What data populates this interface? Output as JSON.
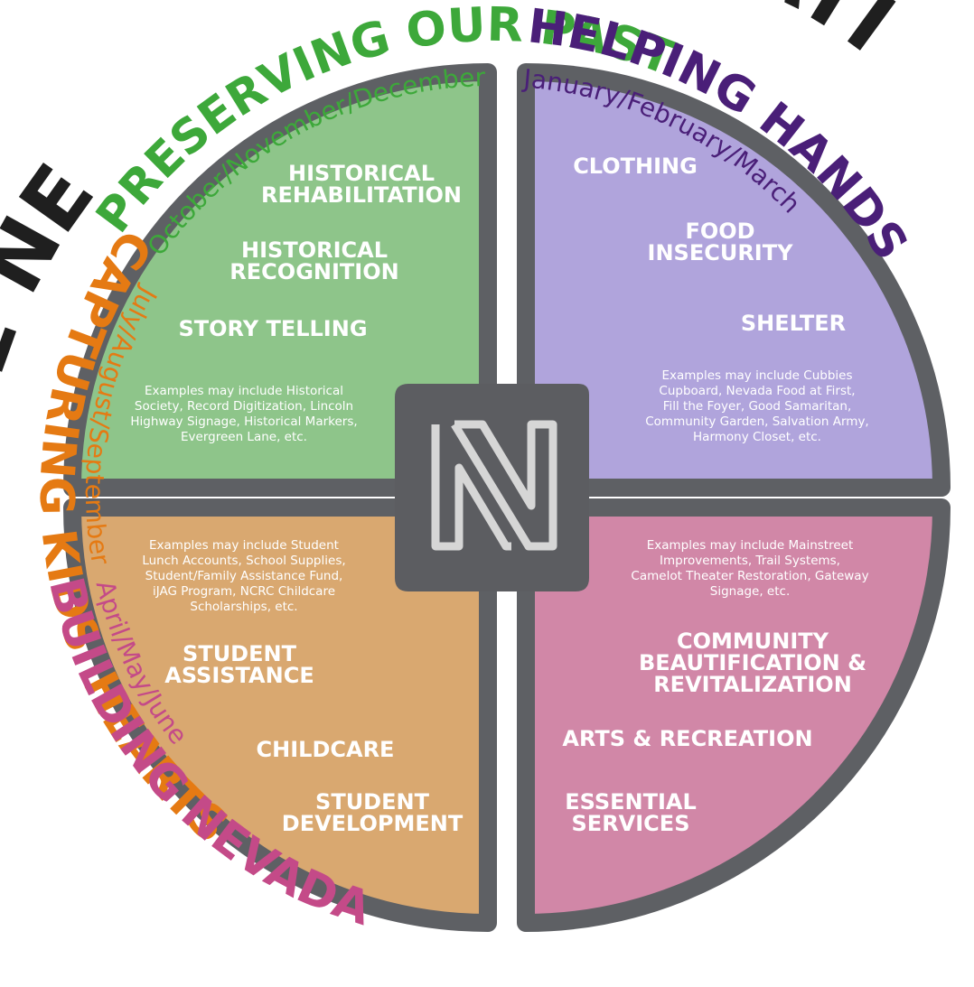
{
  "header_fragments": {
    "left": "E NE",
    "right": "ATI"
  },
  "colors": {
    "green": "#8ec58a",
    "purple": "#b0a4dc",
    "orange": "#d9a870",
    "pink": "#d187a7",
    "frame": "#5e6064",
    "green_text": "#3da83a",
    "purple_text": "#4a1f78",
    "orange_text": "#e57a13",
    "pink_text": "#c44a88",
    "logo_bg": "#5c5d61",
    "logo_stroke": "#d6d6d6"
  },
  "logo": {
    "icon": "n-logo-icon"
  },
  "quadrants": {
    "preserving": {
      "title": "PRESERVING OUR PAST",
      "months": "October/November/December",
      "items": [
        [
          "HISTORICAL",
          "REHABILITATION"
        ],
        [
          "HISTORICAL",
          "RECOGNITION"
        ],
        [
          "STORY TELLING"
        ]
      ],
      "examples": [
        "Examples may include Historical",
        "Society, Record Digitization, Lincoln",
        "Highway Signage, Historical Markers,",
        "Evergreen Lane, etc."
      ]
    },
    "helping": {
      "title": "HELPING HANDS",
      "months": "January/February/March",
      "items": [
        [
          "CLOTHING"
        ],
        [
          "FOOD",
          "INSECURITY"
        ],
        [
          "SHELTER"
        ]
      ],
      "examples": [
        "Examples may include Cubbies",
        "Cupboard, Nevada Food at First,",
        "Fill the Foyer, Good Samaritan,",
        "Community Garden, Salvation Army,",
        "Harmony Closet, etc."
      ]
    },
    "capturing": {
      "title": "CAPTURING KIDS' HEARTS",
      "months": "July/August/September",
      "items": [
        [
          "STUDENT",
          "ASSISTANCE"
        ],
        [
          "CHILDCARE"
        ],
        [
          "STUDENT",
          "DEVELOPMENT"
        ]
      ],
      "examples": [
        "Examples may include Student",
        "Lunch Accounts, School Supplies,",
        "Student/Family Assistance Fund,",
        "iJAG Program, NCRC Childcare",
        "Scholarships, etc."
      ]
    },
    "building": {
      "title": "BUILDING NEVADA",
      "months": "April/May/June",
      "items": [
        [
          "COMMUNITY",
          "BEAUTIFICATION &",
          "REVITALIZATION"
        ],
        [
          "ARTS & RECREATION"
        ],
        [
          "ESSENTIAL",
          "SERVICES"
        ]
      ],
      "examples": [
        "Examples may include Mainstreet",
        "Improvements, Trail Systems,",
        "Camelot Theater Restoration, Gateway",
        "Signage, etc."
      ]
    }
  }
}
